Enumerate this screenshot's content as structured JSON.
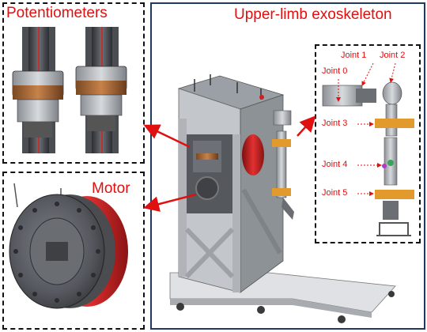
{
  "panels": {
    "potentiometers": {
      "title": "Potentiometers"
    },
    "motor": {
      "title": "Motor"
    },
    "exoskeleton": {
      "title": "Upper-limb exoskeleton"
    }
  },
  "joints": [
    {
      "label": "Joint 0"
    },
    {
      "label": "Joint 1"
    },
    {
      "label": "Joint 2"
    },
    {
      "label": "Joint 3"
    },
    {
      "label": "Joint 4"
    },
    {
      "label": "Joint 5"
    }
  ],
  "colors": {
    "annotation": "#e01010",
    "main_frame_border": "#1f3a5f",
    "dashed_border": "#111111",
    "motor_ring": "#d21f1f",
    "joint_band": "#e39a2c",
    "frame_metal": "#b9bec5",
    "dark_metal": "#3c3f44"
  }
}
